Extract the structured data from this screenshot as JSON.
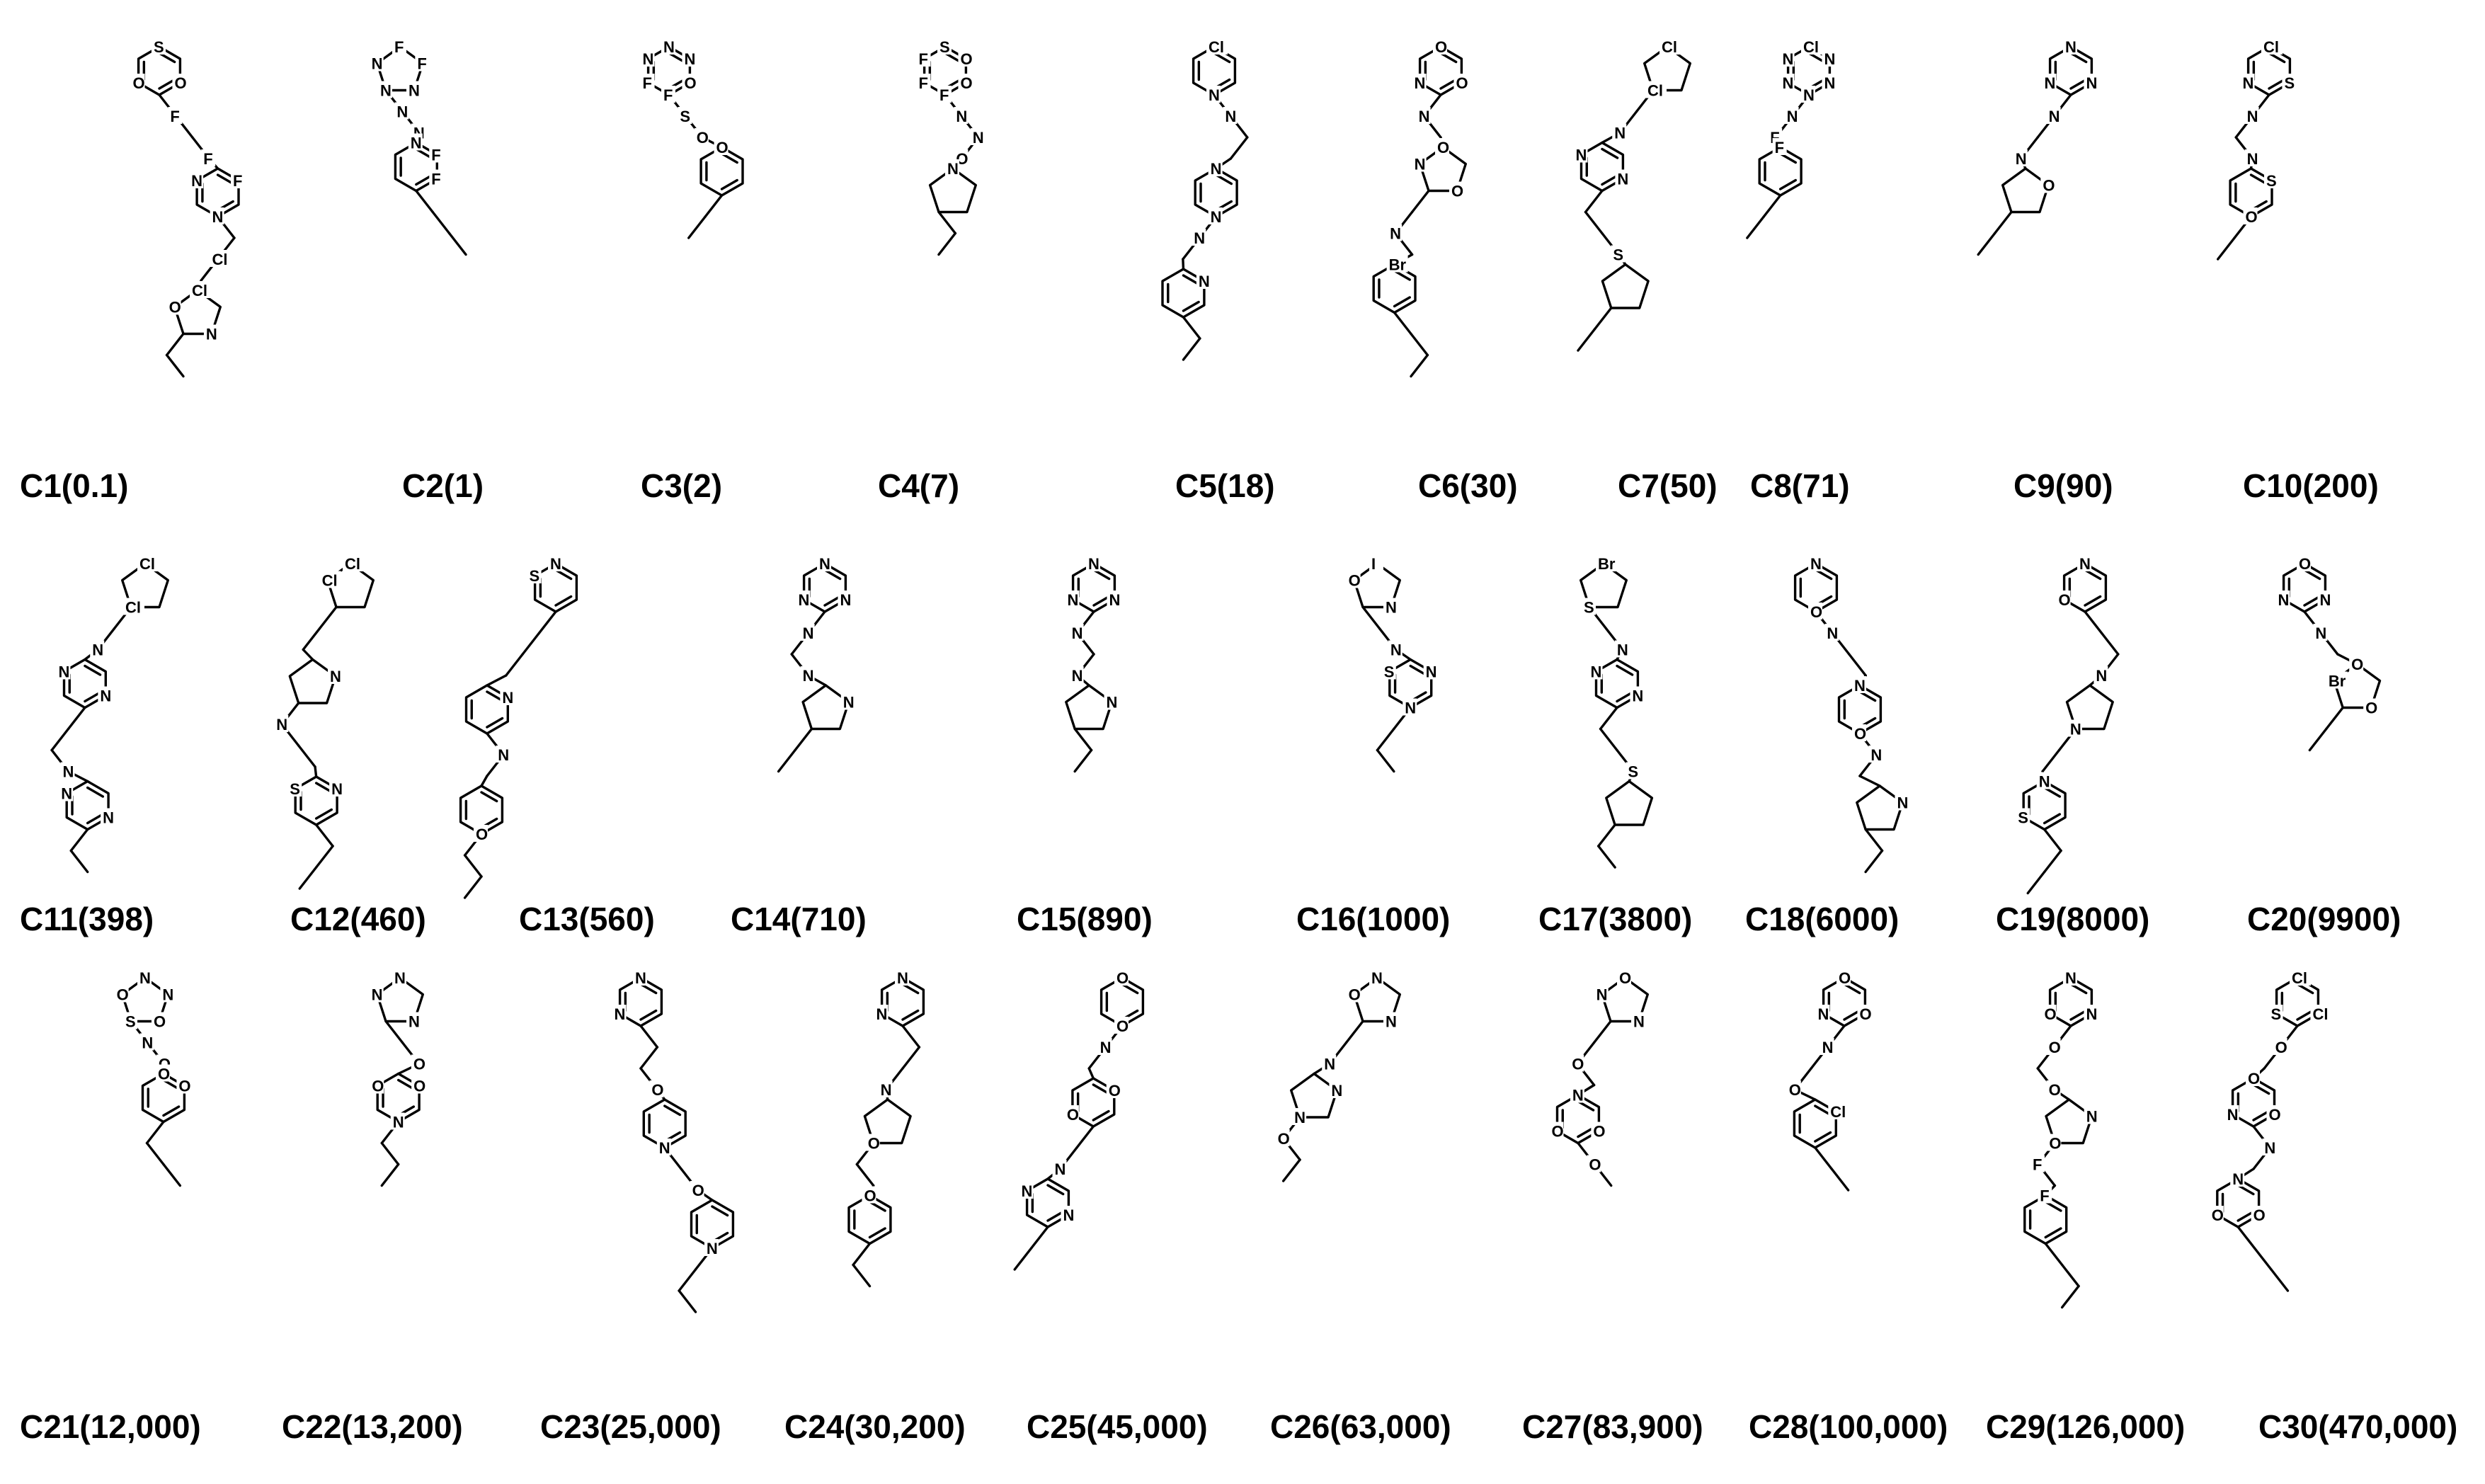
{
  "figure": {
    "compounds": [
      {
        "id": "C1",
        "value": "0.1",
        "label": "C1(0.1)",
        "atoms": [
          "S",
          "O",
          "O",
          "F",
          "F",
          "F",
          "N",
          "N",
          "Cl",
          "Cl",
          "N",
          "O"
        ]
      },
      {
        "id": "C2",
        "value": "1",
        "label": "C2(1)",
        "atoms": [
          "F",
          "F",
          "N",
          "N",
          "N",
          "N",
          "N",
          "N",
          "F",
          "F"
        ]
      },
      {
        "id": "C3",
        "value": "2",
        "label": "C3(2)",
        "atoms": [
          "N",
          "N",
          "O",
          "F",
          "F",
          "N",
          "S",
          "O",
          "O"
        ]
      },
      {
        "id": "C4",
        "value": "7",
        "label": "C4(7)",
        "atoms": [
          "S",
          "O",
          "O",
          "F",
          "F",
          "F",
          "N",
          "N",
          "O",
          "N"
        ]
      },
      {
        "id": "C5",
        "value": "18",
        "label": "C5(18)",
        "atoms": [
          "Cl",
          "N",
          "N",
          "N",
          "N",
          "N",
          "N"
        ]
      },
      {
        "id": "C6",
        "value": "30",
        "label": "C6(30)",
        "atoms": [
          "O",
          "O",
          "N",
          "N",
          "O",
          "O",
          "N",
          "N",
          "Br"
        ]
      },
      {
        "id": "C7",
        "value": "50",
        "label": "C7(50)",
        "atoms": [
          "Cl",
          "Cl",
          "N",
          "N",
          "N",
          "S"
        ]
      },
      {
        "id": "C8",
        "value": "71",
        "label": "C8(71)",
        "atoms": [
          "Cl",
          "N",
          "N",
          "N",
          "N",
          "N",
          "N",
          "F",
          "F"
        ]
      },
      {
        "id": "C9",
        "value": "90",
        "label": "C9(90)",
        "atoms": [
          "N",
          "N",
          "N",
          "N",
          "N",
          "O"
        ]
      },
      {
        "id": "C10",
        "value": "200",
        "label": "C10(200)",
        "atoms": [
          "Cl",
          "S",
          "N",
          "N",
          "N",
          "S",
          "O"
        ]
      },
      {
        "id": "C11",
        "value": "398",
        "label": "C11(398)",
        "atoms": [
          "Cl",
          "Cl",
          "N",
          "N",
          "N",
          "N",
          "N",
          "N"
        ]
      },
      {
        "id": "C12",
        "value": "460",
        "label": "C12(460)",
        "atoms": [
          "Cl",
          "Cl",
          "N",
          "N",
          "N",
          "S"
        ]
      },
      {
        "id": "C13",
        "value": "560",
        "label": "C13(560)",
        "atoms": [
          "N",
          "S",
          "N",
          "N",
          "O"
        ]
      },
      {
        "id": "C14",
        "value": "710",
        "label": "C14(710)",
        "atoms": [
          "N",
          "N",
          "N",
          "N",
          "N",
          "N"
        ]
      },
      {
        "id": "C15",
        "value": "890",
        "label": "C15(890)",
        "atoms": [
          "N",
          "N",
          "N",
          "N",
          "N",
          "N"
        ]
      },
      {
        "id": "C16",
        "value": "1000",
        "label": "C16(1000)",
        "atoms": [
          "I",
          "N",
          "O",
          "N",
          "N",
          "N",
          "S"
        ]
      },
      {
        "id": "C17",
        "value": "3800",
        "label": "C17(3800)",
        "atoms": [
          "Br",
          "S",
          "N",
          "N",
          "N",
          "S"
        ]
      },
      {
        "id": "C18",
        "value": "6000",
        "label": "C18(6000)",
        "atoms": [
          "N",
          "O",
          "N",
          "N",
          "O",
          "N",
          "N"
        ]
      },
      {
        "id": "C19",
        "value": "8000",
        "label": "C19(8000)",
        "atoms": [
          "N",
          "O",
          "N",
          "N",
          "N",
          "S"
        ]
      },
      {
        "id": "C20",
        "value": "9900",
        "label": "C20(9900)",
        "atoms": [
          "O",
          "N",
          "N",
          "N",
          "O",
          "O",
          "Br"
        ]
      },
      {
        "id": "C21",
        "value": "12,000",
        "label": "C21(12,000)",
        "atoms": [
          "N",
          "N",
          "O",
          "S",
          "O",
          "N",
          "O",
          "O",
          "O"
        ]
      },
      {
        "id": "C22",
        "value": "13,200",
        "label": "C22(13,200)",
        "atoms": [
          "N",
          "N",
          "N",
          "O",
          "O",
          "N",
          "O"
        ]
      },
      {
        "id": "C23",
        "value": "25,000",
        "label": "C23(25,000)",
        "atoms": [
          "N",
          "N",
          "O",
          "N",
          "O",
          "N"
        ]
      },
      {
        "id": "C24",
        "value": "30,200",
        "label": "C24(30,200)",
        "atoms": [
          "N",
          "N",
          "N",
          "O",
          "O"
        ]
      },
      {
        "id": "C25",
        "value": "45,000",
        "label": "C25(45,000)",
        "atoms": [
          "O",
          "O",
          "N",
          "O",
          "O",
          "N",
          "N",
          "N"
        ]
      },
      {
        "id": "C26",
        "value": "63,000",
        "label": "C26(63,000)",
        "atoms": [
          "N",
          "N",
          "O",
          "N",
          "N",
          "N",
          "O"
        ]
      },
      {
        "id": "C27",
        "value": "83,900",
        "label": "C27(83,900)",
        "atoms": [
          "O",
          "N",
          "N",
          "O",
          "N",
          "O",
          "O",
          "O"
        ]
      },
      {
        "id": "C28",
        "value": "100,000",
        "label": "C28(100,000)",
        "atoms": [
          "O",
          "O",
          "N",
          "N",
          "O",
          "Cl"
        ]
      },
      {
        "id": "C29",
        "value": "126,000",
        "label": "C29(126,000)",
        "atoms": [
          "N",
          "N",
          "O",
          "O",
          "O",
          "N",
          "O",
          "F",
          "F"
        ]
      },
      {
        "id": "C30",
        "value": "470,000",
        "label": "C30(470,000)",
        "atoms": [
          "Cl",
          "Cl",
          "S",
          "O",
          "O",
          "O",
          "N",
          "N",
          "N",
          "O",
          "O"
        ]
      }
    ]
  }
}
